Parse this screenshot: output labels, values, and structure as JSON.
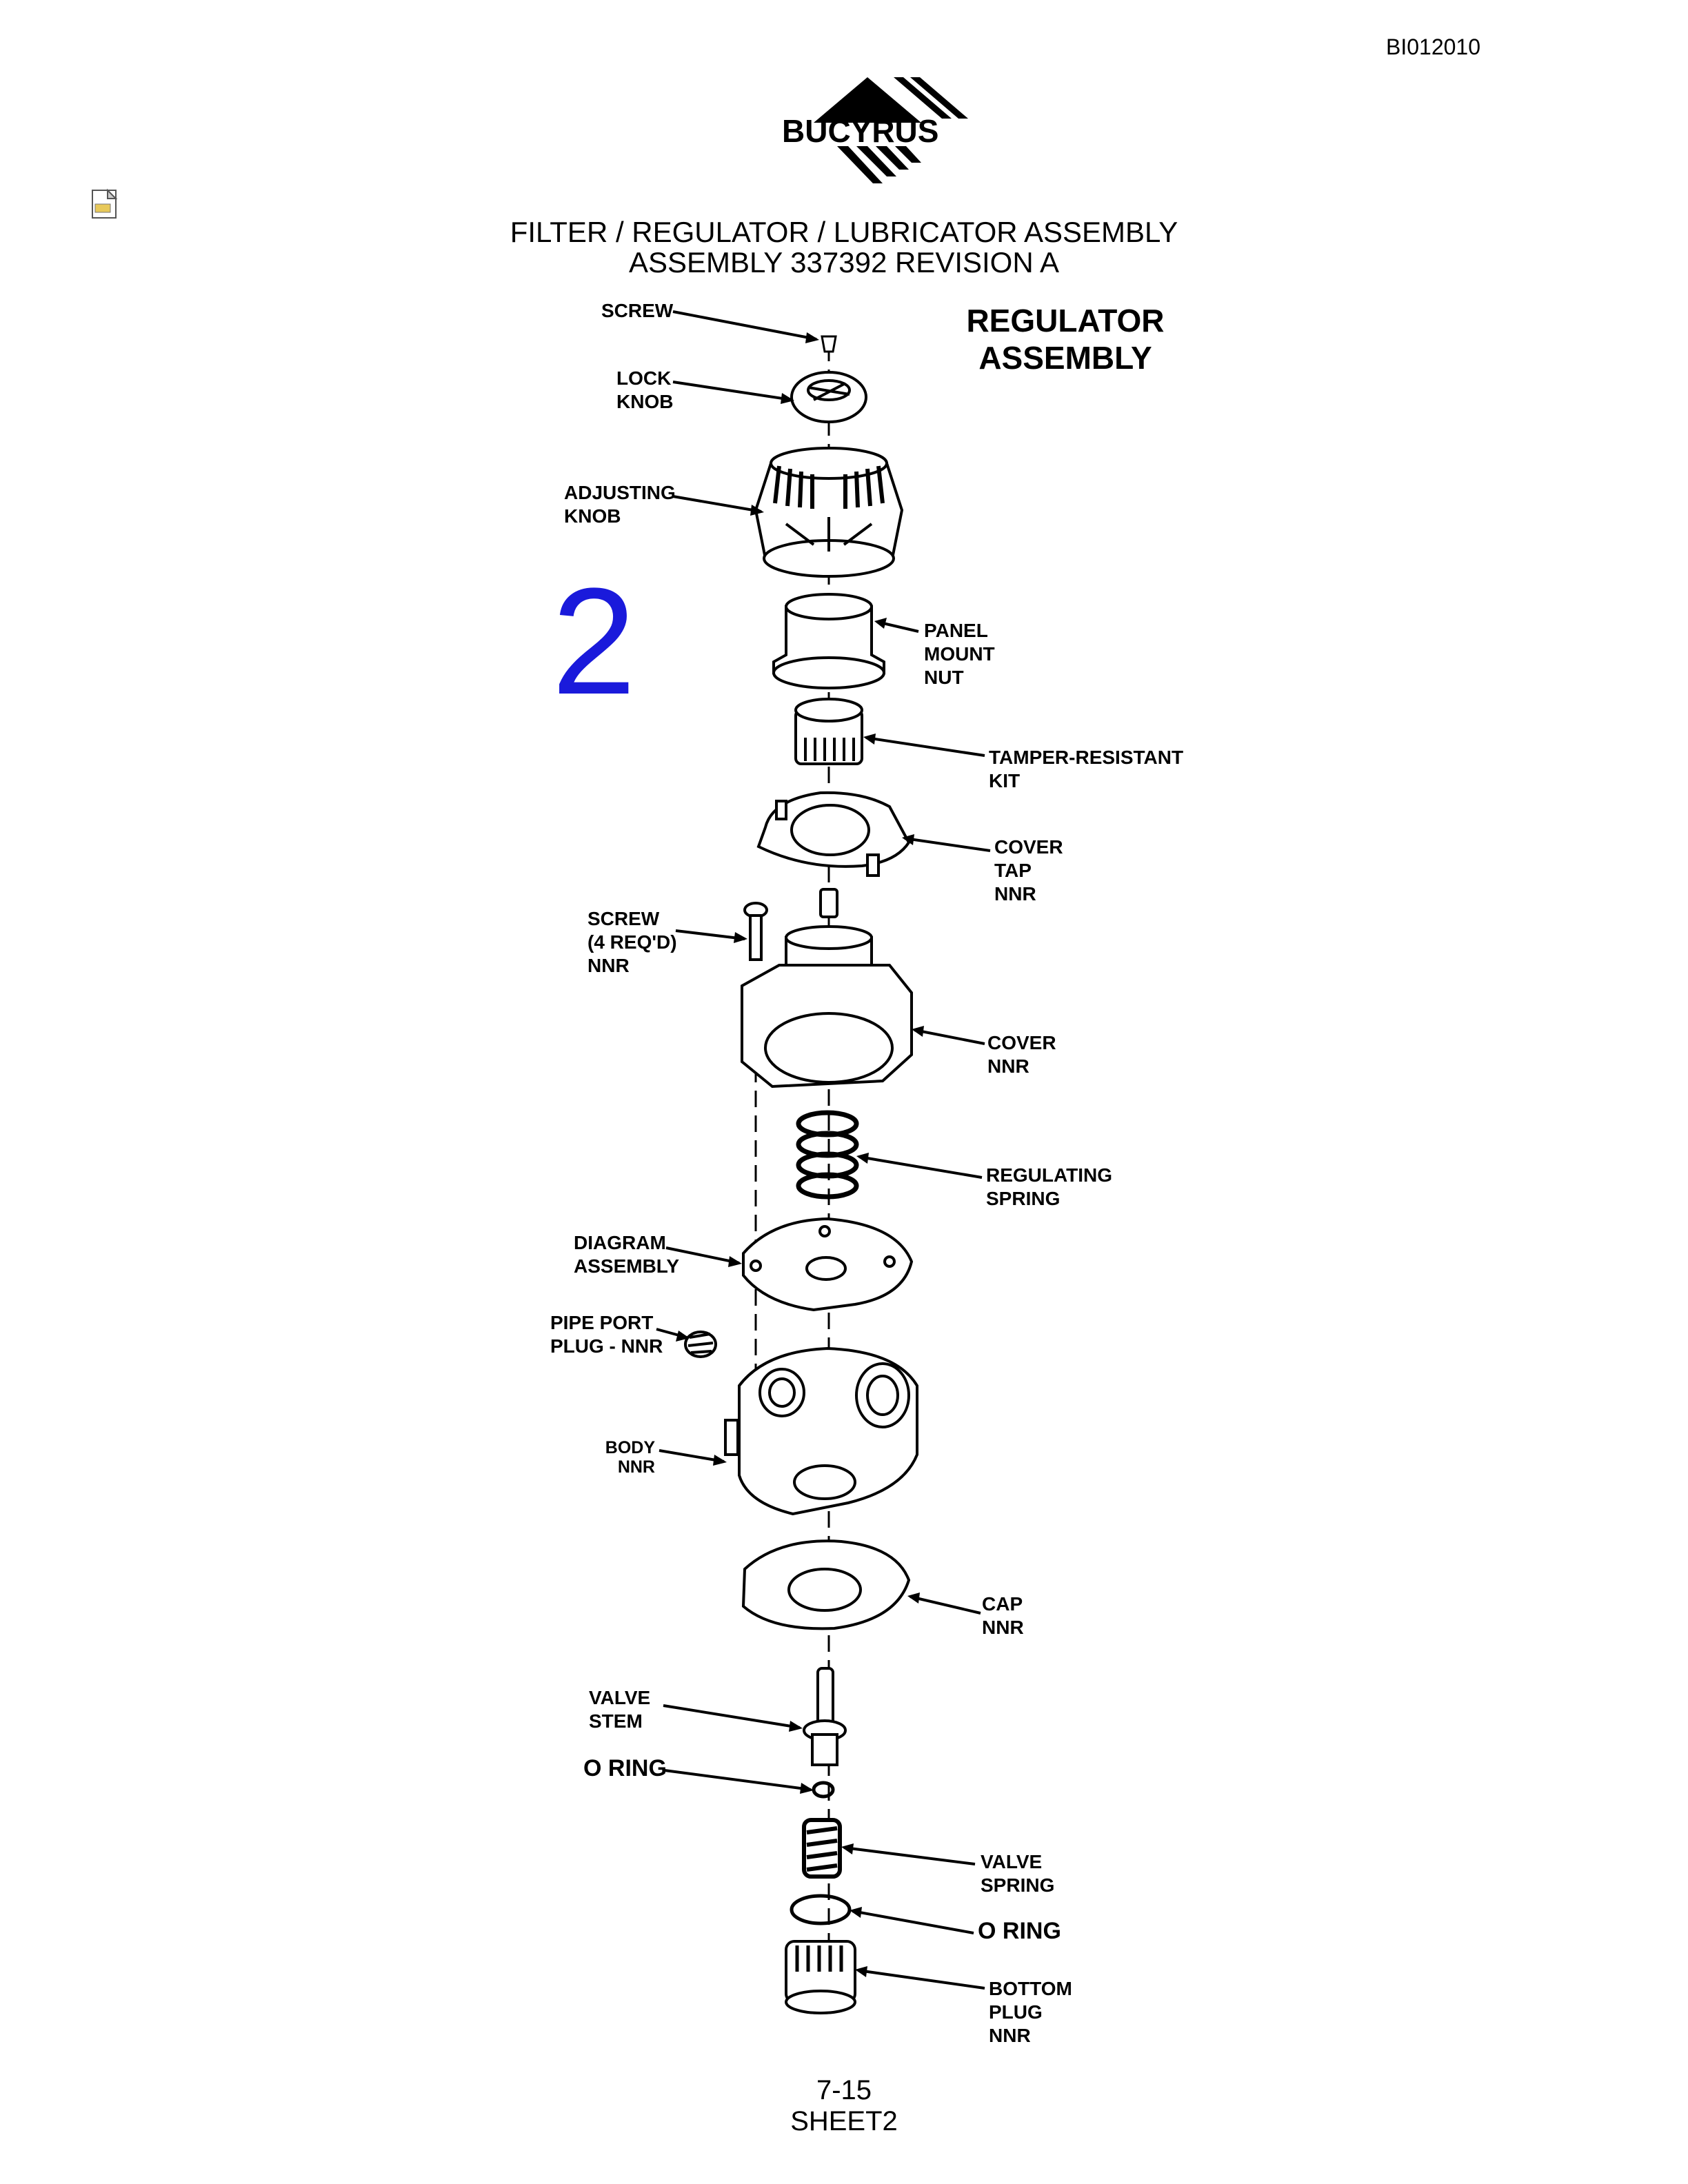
{
  "header": {
    "doc_id": "BI012010",
    "logo_text": "BUCYRUS"
  },
  "title": {
    "line1": "FILTER / REGULATOR / LUBRICATOR ASSEMBLY",
    "line2": "ASSEMBLY 337392 REVISION A"
  },
  "section_title": {
    "line1": "REGULATOR",
    "line2": "ASSEMBLY"
  },
  "section_number": "2",
  "labels": {
    "screw_top": "SCREW",
    "lock_knob": "LOCK\nKNOB",
    "adjusting_knob": "ADJUSTING\nKNOB",
    "panel_mount_nut": "PANEL\nMOUNT\nNUT",
    "tamper_kit": "TAMPER-RESISTANT\nKIT",
    "cover_tap": "COVER\nTAP\nNNR",
    "screw_4req": "SCREW\n(4 REQ'D)\nNNR",
    "cover": "COVER\nNNR",
    "regulating_spring": "REGULATING\nSPRING",
    "diagram_assembly": "DIAGRAM\nASSEMBLY",
    "pipe_port_plug": "PIPE PORT\nPLUG - NNR",
    "body": "BODY\nNNR",
    "cap": "CAP\nNNR",
    "valve_stem": "VALVE\nSTEM",
    "o_ring_1": "O RING",
    "valve_spring": "VALVE\nSPRING",
    "o_ring_2": "O RING",
    "bottom_plug": "BOTTOM\nPLUG\nNNR"
  },
  "footer": {
    "page": "7-15",
    "sheet": "SHEET2"
  }
}
